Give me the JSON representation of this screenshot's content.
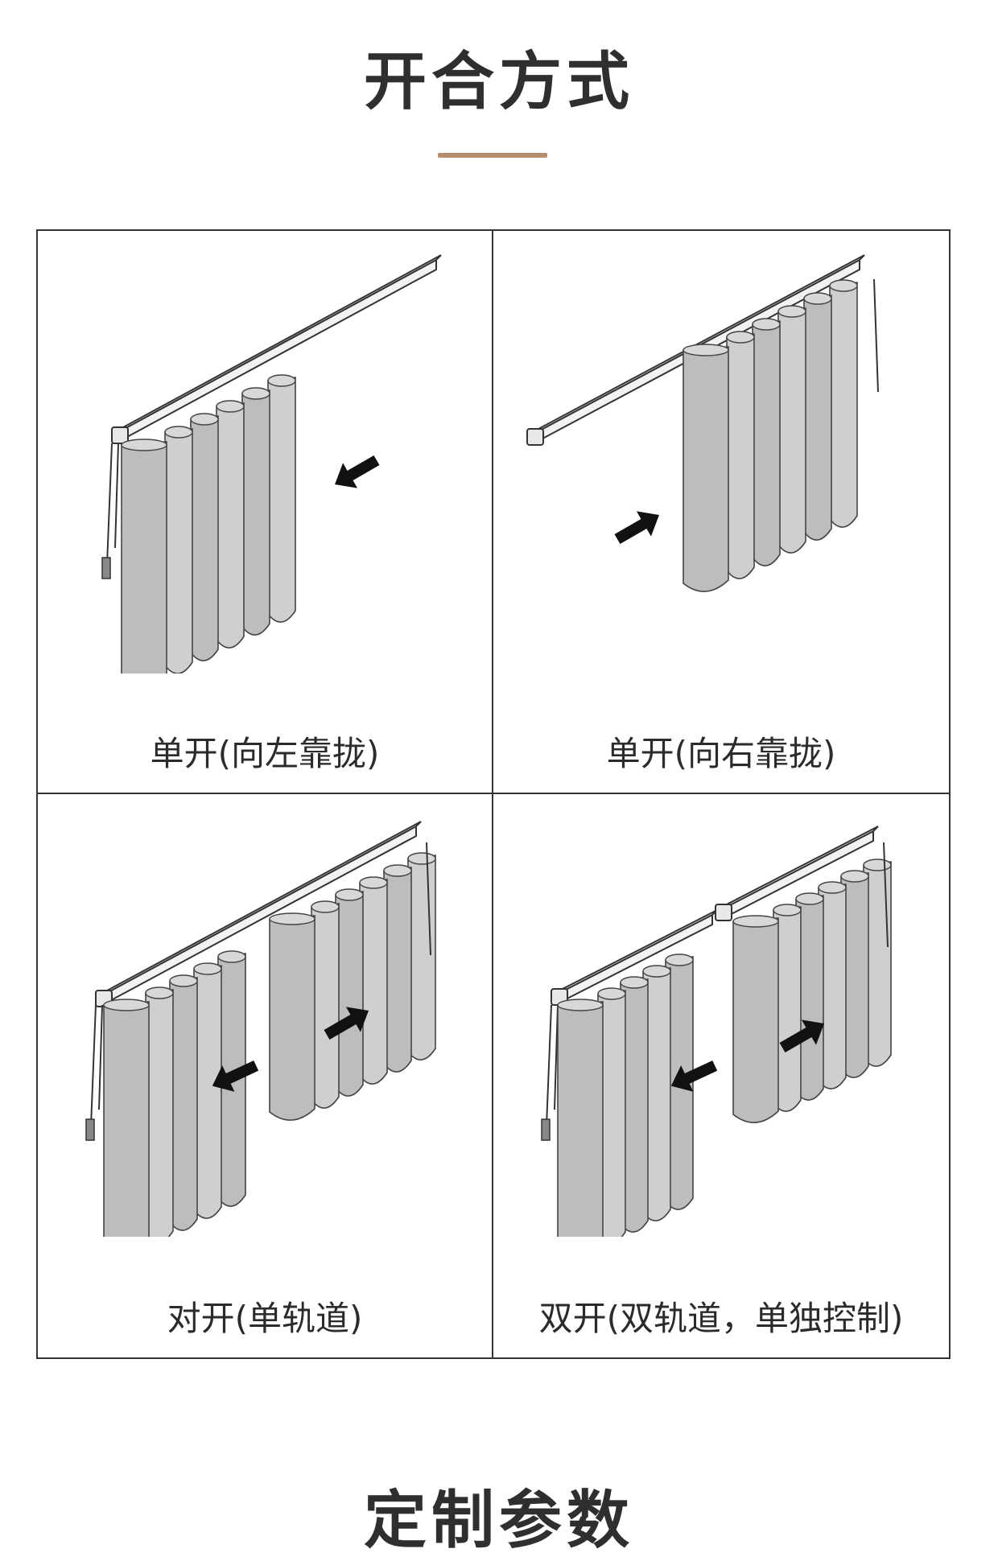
{
  "header": {
    "title": "开合方式"
  },
  "panels": [
    {
      "caption": "单开(向左靠拢)"
    },
    {
      "caption": "单开(向右靠拢)"
    },
    {
      "caption": "对开(单轨道)"
    },
    {
      "caption": "双开(双轨道，单独控制)"
    }
  ],
  "next_section": {
    "title": "定制参数"
  },
  "colors": {
    "accent": "#b48e6e",
    "border": "#333333",
    "fabric": "#c4c4c4"
  }
}
